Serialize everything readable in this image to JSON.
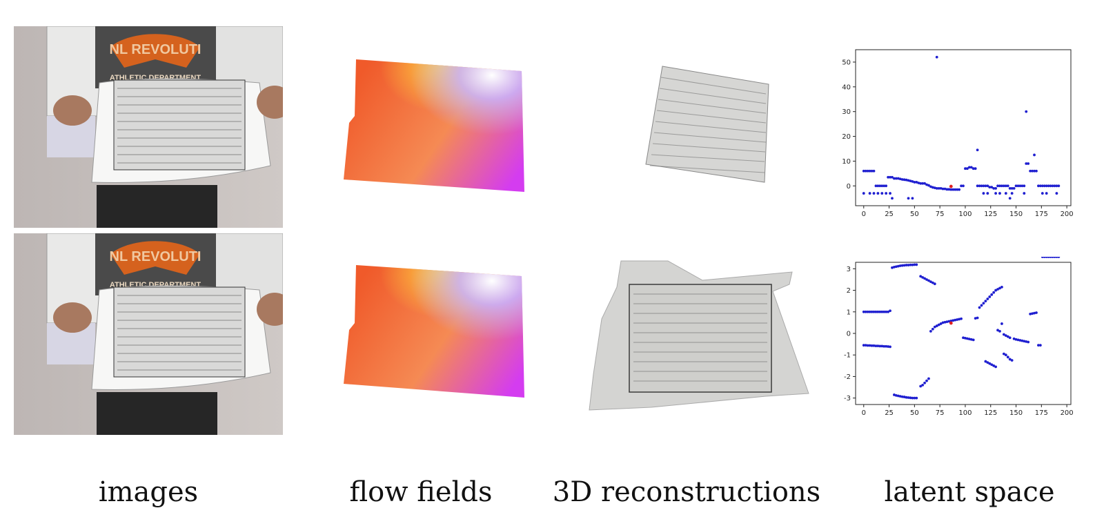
{
  "captions": {
    "images": "images",
    "flow_fields": "flow fields",
    "reconstructions": "3D reconstructions",
    "latent_space": "latent space"
  },
  "photo": {
    "shirt_text_top": "NL REVOLUTI",
    "shirt_text_bottom": "ATHLETIC DEPARTMENT"
  },
  "colors": {
    "flow_orange": "#f05a2a",
    "flow_yellow": "#ffd43a",
    "flow_lavender": "#c8b4ff",
    "flow_magenta": "#d43cf0",
    "point_color": "#1f1fd0",
    "highlight_color": "#e02020"
  },
  "chart_data": [
    {
      "type": "scatter",
      "title": "",
      "xlabel": "",
      "ylabel": "",
      "xlim": [
        -8,
        204
      ],
      "ylim": [
        -8,
        55
      ],
      "xticks": [
        0,
        25,
        50,
        75,
        100,
        125,
        150,
        175,
        200
      ],
      "yticks": [
        0,
        10,
        20,
        30,
        40,
        50
      ],
      "x": [
        0,
        2,
        4,
        6,
        8,
        10,
        12,
        14,
        16,
        18,
        20,
        22,
        24,
        26,
        28,
        30,
        32,
        34,
        36,
        38,
        40,
        42,
        44,
        46,
        48,
        50,
        52,
        54,
        56,
        58,
        60,
        62,
        64,
        66,
        68,
        70,
        72,
        74,
        76,
        78,
        80,
        82,
        84,
        86,
        88,
        90,
        92,
        94,
        96,
        98,
        100,
        102,
        104,
        106,
        108,
        110,
        112,
        114,
        116,
        118,
        120,
        122,
        124,
        126,
        128,
        130,
        132,
        134,
        136,
        138,
        140,
        142,
        144,
        146,
        148,
        150,
        152,
        154,
        156,
        158,
        160,
        162,
        164,
        166,
        168,
        170,
        172,
        174,
        176,
        178,
        180,
        182,
        184,
        186,
        188,
        190,
        192,
        0,
        6,
        10,
        14,
        18,
        22,
        26,
        28,
        44,
        48,
        72,
        112,
        118,
        122,
        130,
        134,
        140,
        144,
        146,
        158,
        160,
        168,
        176,
        180,
        190
      ],
      "y": [
        6,
        6,
        6,
        6,
        6,
        6,
        0,
        0,
        0,
        0,
        0,
        0,
        3.5,
        3.5,
        3.5,
        3,
        3,
        3,
        2.8,
        2.6,
        2.5,
        2.4,
        2.2,
        2,
        1.8,
        1.5,
        1.5,
        1.2,
        1,
        1,
        1,
        0.5,
        0.2,
        -0.3,
        -0.6,
        -0.8,
        -1,
        -1,
        -1,
        -1.2,
        -1.2,
        -1.4,
        -1.4,
        -1.5,
        -1.5,
        -1.5,
        -1.5,
        -1.5,
        0,
        0,
        7,
        7,
        7.5,
        7.5,
        7,
        7,
        0,
        0,
        0,
        0,
        0,
        0,
        -0.5,
        -0.5,
        -1,
        -1,
        0,
        0,
        0,
        0,
        0,
        0,
        -1,
        -1,
        -1,
        0,
        0,
        0,
        0,
        0,
        9,
        9,
        6,
        6,
        6,
        6,
        0,
        0,
        0,
        0,
        0,
        0,
        0,
        0,
        0,
        0,
        0,
        -3,
        -3,
        -3,
        -3,
        -3,
        -3,
        -3,
        -5,
        -5,
        -5,
        52,
        14.5,
        -3,
        -3,
        -3,
        -3,
        -3,
        -5,
        -3,
        -3,
        30,
        12.5,
        -3,
        -3,
        -3
      ],
      "highlight": {
        "x": 86,
        "y": -0.2
      }
    },
    {
      "type": "scatter",
      "title": "",
      "xlabel": "",
      "ylabel": "",
      "xlim": [
        -8,
        204
      ],
      "ylim": [
        -3.3,
        3.3
      ],
      "xticks": [
        0,
        25,
        50,
        75,
        100,
        125,
        150,
        175,
        200
      ],
      "yticks": [
        -3,
        -2,
        -1,
        0,
        1,
        2,
        3
      ],
      "x": [
        0,
        2,
        4,
        6,
        8,
        10,
        12,
        14,
        16,
        18,
        20,
        22,
        24,
        26,
        0,
        2,
        4,
        6,
        8,
        10,
        12,
        14,
        16,
        18,
        20,
        22,
        24,
        26,
        28,
        30,
        32,
        34,
        36,
        38,
        40,
        42,
        44,
        46,
        48,
        50,
        52,
        30,
        32,
        34,
        36,
        38,
        40,
        42,
        44,
        46,
        48,
        50,
        52,
        56,
        58,
        60,
        62,
        64,
        66,
        68,
        70,
        56,
        58,
        60,
        62,
        64,
        66,
        68,
        70,
        72,
        74,
        76,
        78,
        80,
        82,
        84,
        86,
        88,
        90,
        92,
        94,
        96,
        98,
        100,
        102,
        104,
        106,
        108,
        110,
        112,
        114,
        116,
        118,
        120,
        122,
        124,
        126,
        128,
        130,
        132,
        134,
        136,
        138,
        140,
        142,
        144,
        146,
        120,
        122,
        124,
        126,
        128,
        130,
        132,
        134,
        136,
        138,
        140,
        142,
        144,
        148,
        150,
        152,
        154,
        156,
        158,
        160,
        162,
        164,
        166,
        168,
        170,
        172,
        174,
        176,
        178,
        180,
        182,
        184,
        186,
        188,
        190,
        192
      ],
      "y": [
        1,
        1,
        1,
        1,
        1,
        1,
        1,
        1,
        1,
        1,
        1,
        1,
        1,
        1.05,
        -0.55,
        -0.55,
        -0.56,
        -0.56,
        -0.57,
        -0.57,
        -0.58,
        -0.58,
        -0.59,
        -0.59,
        -0.6,
        -0.6,
        -0.61,
        -0.62,
        3.05,
        3.08,
        3.1,
        3.12,
        3.14,
        3.15,
        3.16,
        3.17,
        3.17,
        3.18,
        3.18,
        3.19,
        3.19,
        -2.85,
        -2.88,
        -2.9,
        -2.92,
        -2.94,
        -2.95,
        -2.97,
        -2.98,
        -2.99,
        -3,
        -3,
        -3,
        2.65,
        2.6,
        2.55,
        2.5,
        2.45,
        2.4,
        2.35,
        2.3,
        -2.45,
        -2.4,
        -2.3,
        -2.2,
        -2.1,
        0.1,
        0.2,
        0.3,
        0.35,
        0.4,
        0.45,
        0.5,
        0.52,
        0.54,
        0.56,
        0.58,
        0.6,
        0.62,
        0.64,
        0.66,
        0.68,
        -0.2,
        -0.22,
        -0.24,
        -0.26,
        -0.28,
        -0.3,
        0.7,
        0.72,
        1.2,
        1.3,
        1.4,
        1.5,
        1.6,
        1.7,
        1.8,
        1.9,
        2,
        2.05,
        2.1,
        2.15,
        -0.95,
        -1.0,
        -1.1,
        -1.2,
        -1.25,
        -1.3,
        -1.35,
        -1.4,
        -1.45,
        -1.5,
        -1.55,
        0.15,
        0.1,
        0.45,
        -0.05,
        -0.1,
        -0.15,
        -0.2,
        -0.25,
        -0.28,
        -0.3,
        -0.32,
        -0.34,
        -0.36,
        -0.38,
        -0.4,
        0.9,
        0.92,
        0.94,
        0.96,
        -0.55,
        -0.55
      ],
      "highlight": {
        "x": 86,
        "y": 0.48
      }
    }
  ]
}
